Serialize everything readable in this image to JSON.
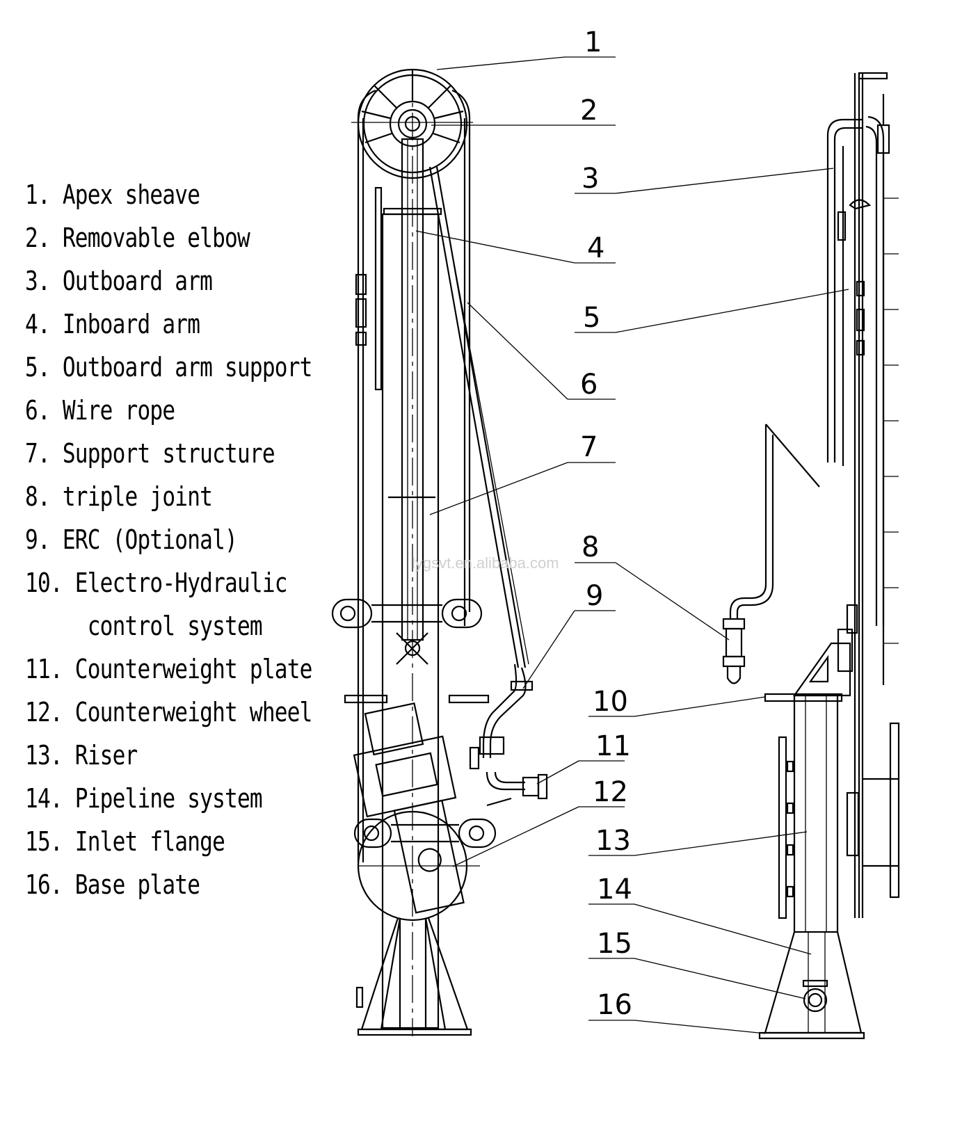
{
  "legend": [
    "1. Apex sheave",
    "2. Removable elbow",
    "3. Outboard arm",
    "4. Inboard arm",
    "5. Outboard arm support",
    "6. Wire rope",
    "7. Support structure",
    "8. triple joint",
    "9. ERC (Optional)",
    "10. Electro-Hydraulic",
    "     control system",
    "11. Counterweight plate",
    "12. Counterweight wheel",
    "13. Riser",
    "14. Pipeline system",
    "15. Inlet flange",
    "16. Base plate"
  ],
  "callouts": [
    "1",
    "2",
    "3",
    "4",
    "5",
    "6",
    "7",
    "8",
    "9",
    "10",
    "11",
    "12",
    "13",
    "14",
    "15",
    "16"
  ],
  "watermark": "lygsvt.en.alibaba.com"
}
